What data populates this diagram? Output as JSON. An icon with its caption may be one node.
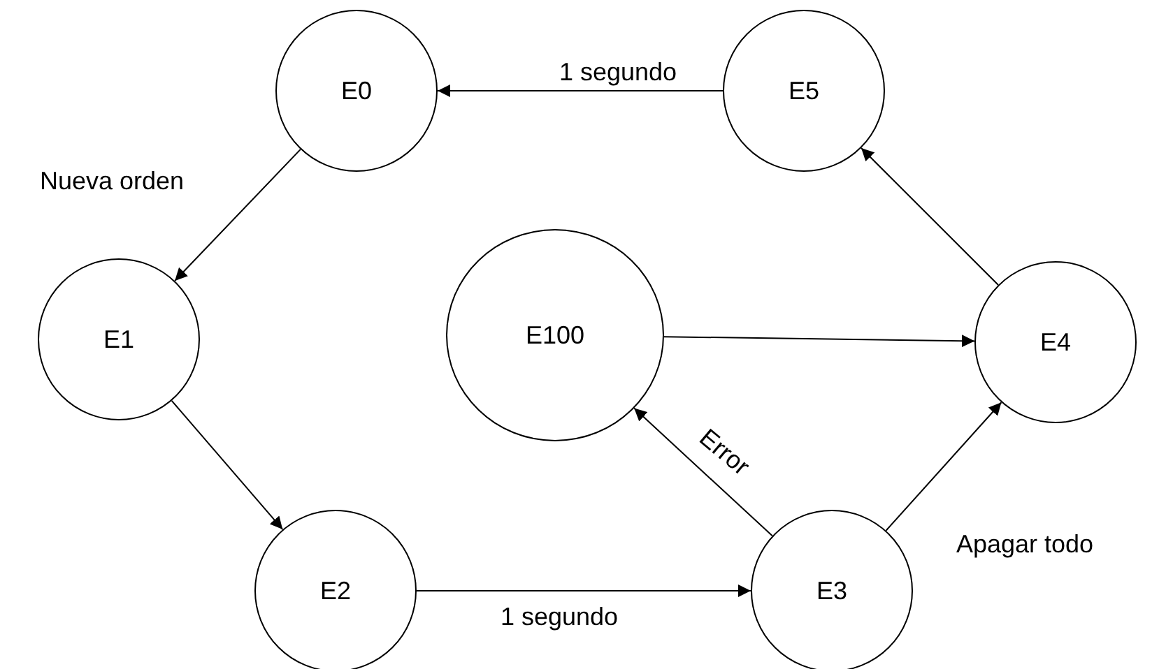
{
  "diagram": {
    "nodes": [
      {
        "text": [
          "E0"
        ]
      },
      {
        "text": [
          "E5"
        ]
      },
      {
        "text": [
          "E1"
        ]
      },
      {
        "text": [
          "E100"
        ]
      },
      {
        "text": [
          "E4"
        ]
      },
      {
        "text": [
          "E2"
        ]
      },
      {
        "text": [
          "E3"
        ]
      }
    ],
    "edges": [
      {
        "from": 1,
        "to": 0,
        "arrow": "to",
        "label": "1 segundo"
      },
      {
        "from": 0,
        "to": 2,
        "arrow": "to",
        "label": "Nueva orden"
      },
      {
        "from": 2,
        "to": 5,
        "arrow": "to"
      },
      {
        "from": 5,
        "to": 6,
        "arrow": "to",
        "label": "1 segundo"
      },
      {
        "from": 6,
        "to": 3,
        "arrow": "to",
        "label": "Error"
      },
      {
        "from": 6,
        "to": 4,
        "arrow": "to",
        "label": "Apagar todo"
      },
      {
        "from": 3,
        "to": 4,
        "arrow": "to"
      },
      {
        "from": 4,
        "to": 1,
        "arrow": "to"
      }
    ]
  }
}
